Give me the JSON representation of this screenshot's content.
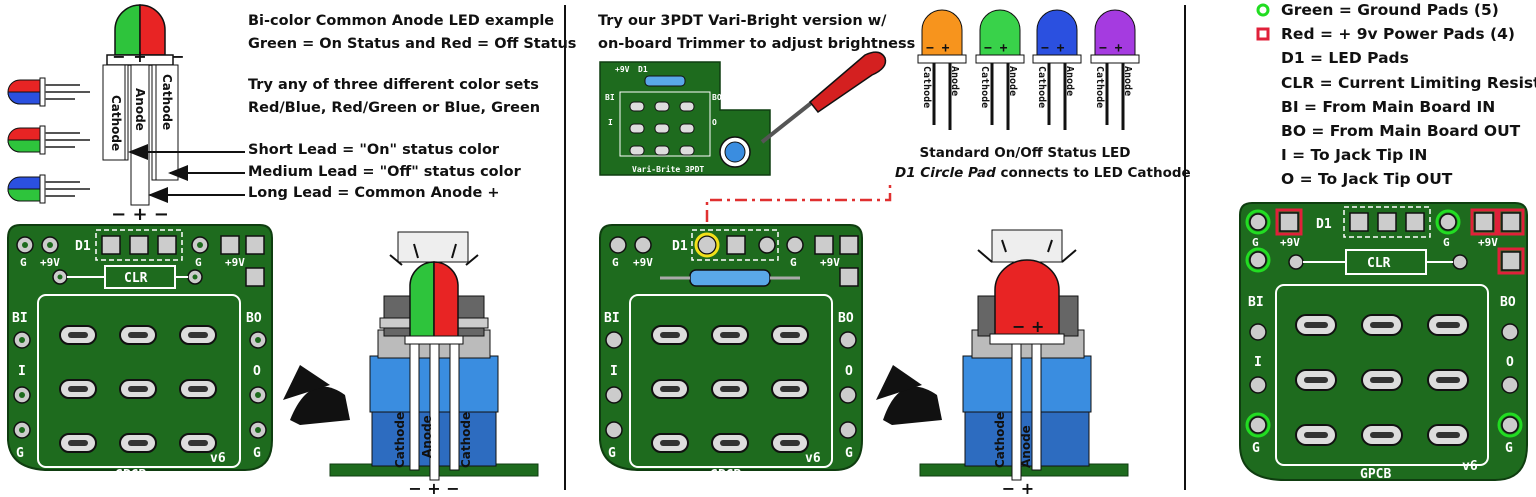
{
  "panel1": {
    "header": [
      "Bi-color Common Anode LED example",
      "Green = On Status and Red = Off Status"
    ],
    "color_sets": [
      "Try any of three different color sets",
      "Red/Blue, Red/Green or Blue, Green"
    ],
    "leads": [
      "Short Lead  = \"On\" status color",
      "Medium Lead = \"Off\" status color",
      "Long Lead = Common Anode +"
    ],
    "led_labels": {
      "cathode_left": "Cathode",
      "anode": "Anode",
      "cathode_right": "Cathode",
      "plus": "+",
      "minus": "−"
    },
    "polarity": "− + −",
    "board_labels": {
      "d1": "D1",
      "g": "G",
      "p9v": "+9V",
      "clr": "CLR",
      "bi": "BI",
      "bo": "BO",
      "i": "I",
      "o": "O",
      "name": "GPCB",
      "ver": "v6"
    },
    "switch_labels": {
      "cathode_left": "Cathode",
      "anode": "Anode",
      "cathode_right": "Cathode"
    },
    "switch_polarity": "− + −"
  },
  "panel2": {
    "header": [
      "Try our 3PDT Vari-Bright version w/",
      "on-board Trimmer to adjust brightness"
    ],
    "mini_board": {
      "d1": "D1",
      "p9v": "+9V",
      "bi": "BI",
      "bo": "BO",
      "i": "I",
      "o": "O",
      "name": "Vari-Brite 3PDT"
    },
    "leds": [
      {
        "color": "#f7941d",
        "cathode": "Cathode",
        "anode": "Anode"
      },
      {
        "color": "#39d24a",
        "cathode": "Cathode",
        "anode": "Anode"
      },
      {
        "color": "#2b50e0",
        "cathode": "Cathode",
        "anode": "Anode"
      },
      {
        "color": "#a53be0",
        "cathode": "Cathode",
        "anode": "Anode"
      }
    ],
    "status_led": {
      "line1": "Standard On/Off Status LED",
      "italic": "D1 Circle Pad",
      "rest": " connects to LED Cathode"
    },
    "board_labels": {
      "d1": "D1",
      "g": "G",
      "p9v": "+9V",
      "bi": "BI",
      "bo": "BO",
      "i": "I",
      "o": "O",
      "name": "GPCB",
      "ver": "v6"
    },
    "switch_labels": {
      "cathode": "Cathode",
      "anode": "Anode"
    },
    "switch_polarity": "− +"
  },
  "panel3": {
    "legend": [
      {
        "swatch": "green-ring",
        "text": "Green = Ground Pads (5)"
      },
      {
        "swatch": "red-square",
        "text": "Red = + 9v Power Pads (4)"
      },
      {
        "swatch": "",
        "text": "D1 = LED Pads"
      },
      {
        "swatch": "",
        "text": "CLR = Current Limiting Resistor"
      },
      {
        "swatch": "",
        "text": "BI = From Main Board IN"
      },
      {
        "swatch": "",
        "text": "BO = From Main Board OUT"
      },
      {
        "swatch": "",
        "text": "I = To Jack Tip IN"
      },
      {
        "swatch": "",
        "text": "O = To Jack Tip OUT"
      }
    ],
    "board_labels": {
      "d1": "D1",
      "g": "G",
      "p9v": "+9V",
      "clr": "CLR",
      "bi": "BI",
      "bo": "BO",
      "i": "I",
      "o": "O",
      "name": "GPCB",
      "ver": "v6"
    }
  },
  "colors": {
    "pcb": "#1e6b1e",
    "pcb_dark": "#0f3d10",
    "ground_ring": "#22dd22",
    "power_square": "#e0203a",
    "switch_blue": "#3a8de0",
    "dash_red": "#e03030",
    "highlight_yellow": "#f2e01a"
  }
}
